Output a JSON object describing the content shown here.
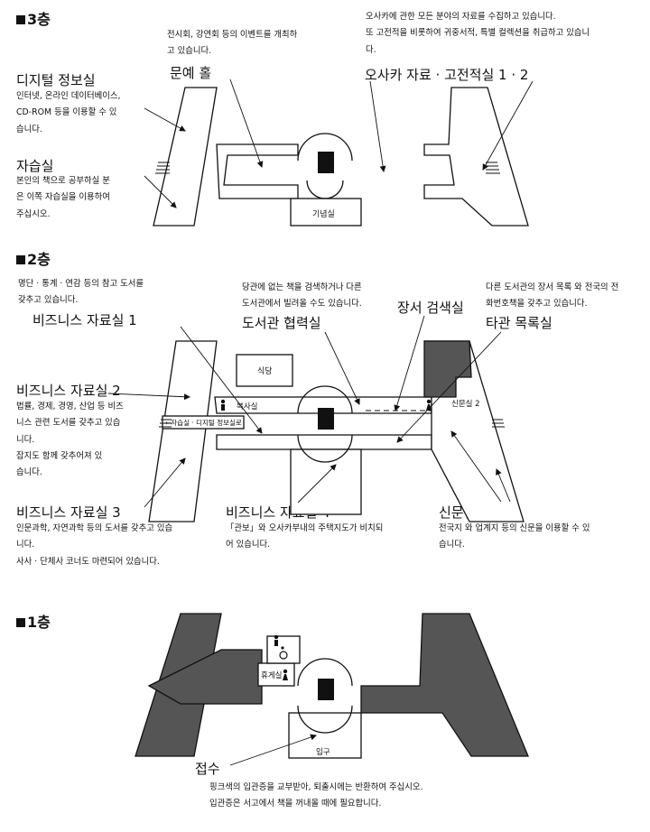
{
  "floors": {
    "f3": "3층",
    "f2": "2층",
    "f1": "1층"
  },
  "third": {
    "digital": {
      "title": "디지털 정보실",
      "lines": [
        "인터넷, 온라인 데이터베이스,",
        "CD-ROM 등을 이용할 수 있",
        "습니다."
      ]
    },
    "study": {
      "title": "자습실",
      "lines": [
        "본인의 책으로 공부하실 분",
        "은 이쪽 자습실을 이용하여",
        "주십시오."
      ]
    },
    "hall": {
      "title": "문예 홀",
      "lines": [
        "전시회, 강연회 등의 이벤트를 개최하",
        "고 있습니다."
      ]
    },
    "osaka": {
      "title": "오사카 자료 · 고전적실 1 · 2",
      "lines": [
        "오사카에 관한 모든 분야의 자료를 수집하고 있습니다.",
        "또 고전적을 비롯하여 귀중서적, 특별 컬렉션을 취급하고 있습니",
        "다."
      ]
    },
    "memorial": "기념실"
  },
  "second": {
    "biz1": {
      "title": "비즈니스 자료실 1",
      "lines": [
        "명단 · 통계 · 연감 등의 참고 도서를",
        "갖추고 있습니다."
      ]
    },
    "biz2": {
      "title": "비즈니스 자료실 2",
      "lines": [
        "법률, 경제, 경영, 산업 등 비즈",
        "니스 관련 도서를 갖추고 있습",
        "니다.",
        "잡지도 함께 갖추어져 있",
        "습니다."
      ]
    },
    "biz3": {
      "title": "비즈니스 자료실 3",
      "lines": [
        "인문과학, 자연과학 등의 도서를 갖추고 있습",
        "니다.",
        "사사 · 단체사 코너도 마련되어 있습니다."
      ]
    },
    "biz4": {
      "title": "비즈니스 자료실 4",
      "lines": [
        "「관보」와 오사카부내의 주택지도가 비치되",
        "어 있습니다."
      ]
    },
    "coop": {
      "title": "도서관 협력실",
      "lines": [
        "당관에 없는 책을 검색하거나 다른",
        "도서관에서 빌려올 수도 있습니다."
      ]
    },
    "catalog_search": {
      "title": "장서 검색실"
    },
    "other_catalog": {
      "title": "타관 목록실",
      "lines": [
        "다른 도서관의 장서 목록 와 전국의 전",
        "화번호책을 갖추고 있습니다."
      ]
    },
    "newspaper": {
      "title": "신문실 1 · 2",
      "lines": [
        "전국지 와 업계지 등의 신문을 이용할 수 있",
        "습니다."
      ]
    },
    "cafeteria": "식당",
    "copy": "복사실",
    "study_path": "←자습실 · 디지털 정보실로",
    "news2": "신문실 2"
  },
  "first": {
    "reception": {
      "title": "접수",
      "lines": [
        "핑크색의 입관증을 교부받아, 퇴출시에는 반환하여 주십시오.",
        "입관증은 서고에서 책을 꺼내올 때에 필요합니다."
      ]
    },
    "lounge": "휴게실",
    "entrance": "입구"
  },
  "icons": [
    "man-icon",
    "woman-icon",
    "wheelchair-icon",
    "stairs-icon"
  ],
  "colors": {
    "ink": "#111111",
    "shade": "#555555"
  }
}
